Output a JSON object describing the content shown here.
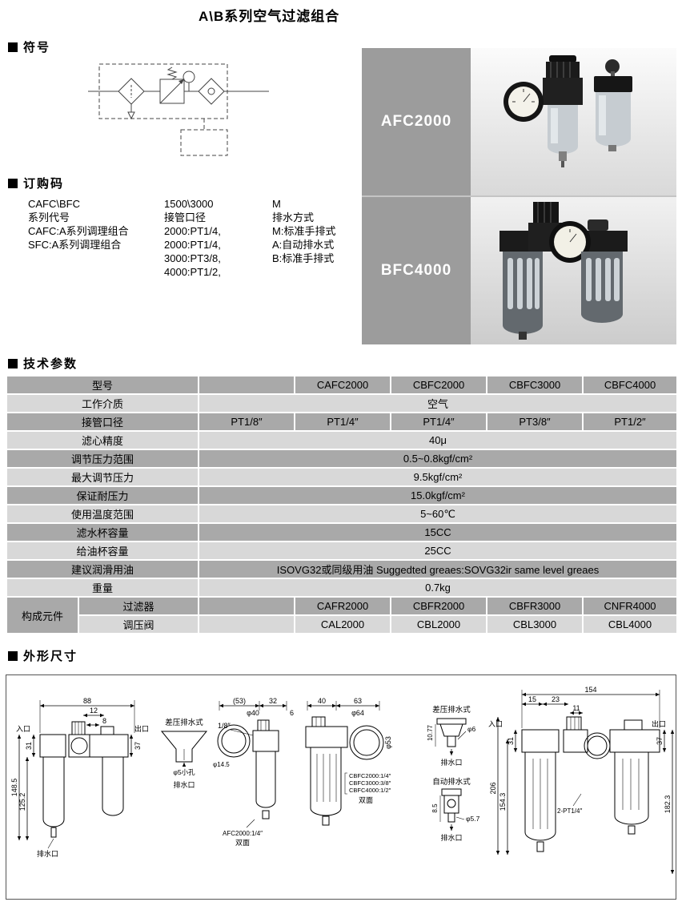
{
  "page": {
    "title": "A\\B系列空气过滤组合"
  },
  "sections": {
    "symbol": "符号",
    "ordering": "订购码",
    "specs": "技术参数",
    "dimensions": "外形尺寸"
  },
  "products": [
    {
      "label": "AFC2000"
    },
    {
      "label": "BFC4000"
    }
  ],
  "ordering": {
    "col1": {
      "line1": "CAFC\\BFC",
      "line2": "系列代号",
      "line3": "CAFC:A系列调理组合",
      "line4": "SFC:A系列调理组合"
    },
    "col2": {
      "line1": "1500\\3000",
      "line2": "接管口径",
      "line3": "2000:PT1/4,",
      "line4": "2000:PT1/4,",
      "line5": "3000:PT3/8,",
      "line6": "4000:PT1/2,"
    },
    "col3": {
      "line1": "M",
      "line2": "排水方式",
      "line3": "M:标准手排式",
      "line4": "A:自动排水式",
      "line5": "B:标准手排式"
    }
  },
  "spec_table": {
    "rows": [
      {
        "label": "型号",
        "cells": [
          "",
          "CAFC2000",
          "CBFC2000",
          "CBFC3000",
          "CBFC4000"
        ]
      },
      {
        "label": "工作介质",
        "value": "空气"
      },
      {
        "label": "接管口径",
        "cells": [
          "PT1/8″",
          "PT1/4″",
          "PT1/4″",
          "PT3/8″",
          "PT1/2″"
        ]
      },
      {
        "label": "滤心精度",
        "value": "40μ"
      },
      {
        "label": "调节压力范围",
        "value": "0.5~0.8kgf/cm²"
      },
      {
        "label": "最大调节压力",
        "value": "9.5kgf/cm²"
      },
      {
        "label": "保证耐压力",
        "value": "15.0kgf/cm²"
      },
      {
        "label": "使用温度范围",
        "value": "5~60℃"
      },
      {
        "label": "滤水杯容量",
        "value": "15CC"
      },
      {
        "label": "给油杯容量",
        "value": "25CC"
      },
      {
        "label": "建议润滑用油",
        "value": "ISOVG32或同级用油  Suggedted  greaes:SOVG32ir same level greaes"
      },
      {
        "label": "重量",
        "value": "0.7kg"
      },
      {
        "group": "构成元件",
        "label": "过滤器",
        "cells": [
          "",
          "CAFR2000",
          "CBFR2000",
          "CBFR3000",
          "CNFR4000"
        ]
      },
      {
        "label": "调压阀",
        "cells": [
          "",
          "CAL2000",
          "CBL2000",
          "CBL3000",
          "CBL4000"
        ]
      }
    ]
  },
  "dims": {
    "left": {
      "dim_w": "88",
      "dim_a": "12",
      "dim_b": "8",
      "inlet": "入口",
      "outlet": "出口",
      "dim_31": "31",
      "dim_h1": "148.5",
      "dim_h2": "125.2",
      "dim_37": "37",
      "drain": "排水口"
    },
    "diff1": {
      "title": "差压排水式",
      "hole": "φ5小孔",
      "drain": "排水口"
    },
    "side": {
      "dim_53": "(53)",
      "dim_32": "32",
      "dim_phi40": "φ40",
      "dim_6": "6",
      "port": "1/8″",
      "dim_phi145": "φ14.5",
      "note": "AFC2000:1/4″",
      "both": "双面"
    },
    "side2": {
      "dim_40": "40",
      "dim_63": "63",
      "dim_phi64": "φ64",
      "dim_phi53": "φ53",
      "note1": "CBFC2000:1/4″",
      "note2": "CBFC3000:3/8″",
      "note3": "CBFC4000:1/2″",
      "both": "双面"
    },
    "drains": {
      "title1": "差压排水式",
      "dim_phi6": "φ6",
      "dim_1077": "10.77",
      "drain1": "排水口",
      "title2": "自动排水式",
      "dim_85": "8.5",
      "dim_phi57": "φ5.7",
      "drain2": "排水口"
    },
    "right": {
      "dim_w": "154",
      "dim_a": "15",
      "dim_b": "23",
      "dim_c": "11",
      "inlet": "入口",
      "outlet": "出口",
      "dim_31": "31",
      "dim_h1": "206",
      "dim_h2": "154.3",
      "dim_37": "37",
      "dim_h3": "182.3",
      "thread": "2-PT1/4″"
    }
  }
}
